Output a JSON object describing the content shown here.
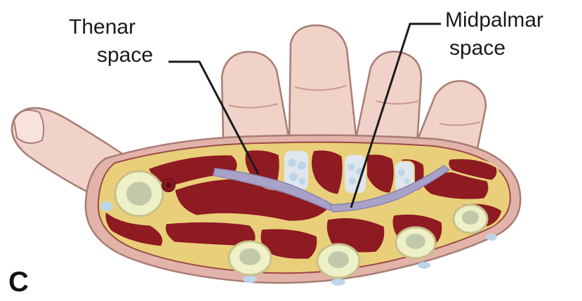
{
  "figure": {
    "panel_letter": "C",
    "labels": {
      "thenar_line1": "Thenar",
      "thenar_line2": "space",
      "midpalmar_line1": "Midpalmar",
      "midpalmar_line2": "space"
    }
  },
  "colors": {
    "skin": "#f0d2c8",
    "skin_shadow": "#dcb0a6",
    "skin_outline": "#a87c74",
    "muscle": "#8e1a22",
    "muscle_dark": "#6c1219",
    "fascia": "#e9cf7a",
    "fascial_space": "#a8a2c8",
    "tendon": "#e9eec6",
    "tendon_core": "#b9c2a6",
    "vessel": "#bcd6e8",
    "leader_line": "#1a1a1a"
  }
}
